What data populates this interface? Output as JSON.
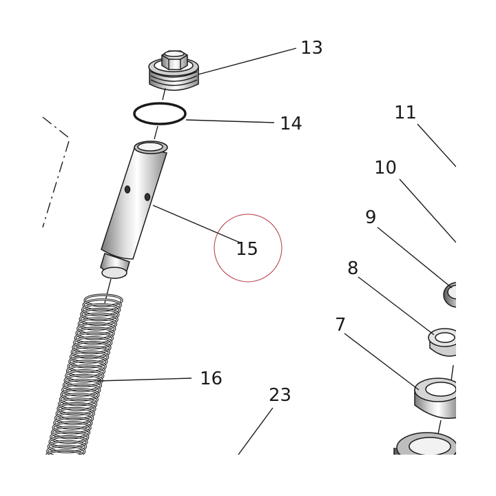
{
  "diagram": {
    "callouts": [
      {
        "id": "13",
        "label": "13"
      },
      {
        "id": "14",
        "label": "14"
      },
      {
        "id": "15",
        "label": "15"
      },
      {
        "id": "16",
        "label": "16"
      },
      {
        "id": "23",
        "label": "23"
      },
      {
        "id": "11",
        "label": "11"
      },
      {
        "id": "10",
        "label": "10"
      },
      {
        "id": "9",
        "label": "9"
      },
      {
        "id": "8",
        "label": "8"
      },
      {
        "id": "7",
        "label": "7"
      }
    ],
    "highlight": {
      "target": "15",
      "color": "#b0323c"
    },
    "colors": {
      "ink": "#1a1a1a",
      "shade": "#9a9a9a",
      "light": "#e8e8e8",
      "background": "#ffffff"
    }
  }
}
